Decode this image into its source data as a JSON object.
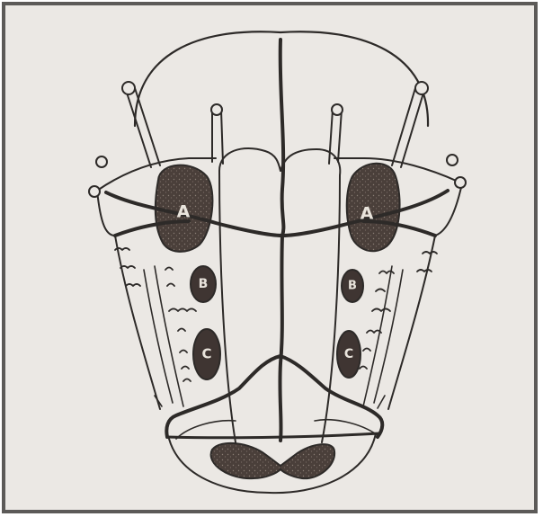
{
  "labels": {
    "a_left": "A",
    "a_right": "A",
    "b_left": "B",
    "b_right": "B",
    "c_left": "C",
    "c_right": "C"
  },
  "colors": {
    "background": "#ebe8e4",
    "ink": "#2d2a28",
    "fill_dark": "#4a3f3a",
    "label_text": "#e9e4dc"
  }
}
